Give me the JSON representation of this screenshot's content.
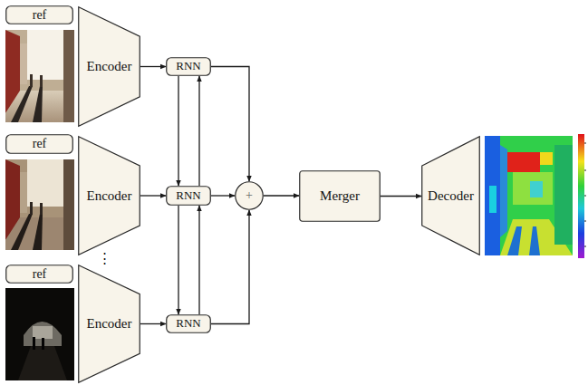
{
  "diagram": {
    "nodes": [
      {
        "text": [
          "ref"
        ]
      },
      {
        "text": [
          "ref"
        ]
      },
      {
        "text": [
          "ref"
        ]
      },
      {
        "text": [
          "Encoder"
        ]
      },
      {
        "text": [
          "Encoder"
        ]
      },
      {
        "text": [
          "Encoder"
        ]
      },
      {
        "text": [
          "RNN"
        ]
      },
      {
        "text": [
          "RNN"
        ]
      },
      {
        "text": [
          "RNN"
        ]
      },
      {
        "text": [
          "+"
        ]
      },
      {
        "text": [
          "Merger"
        ]
      },
      {
        "text": [
          "Decoder"
        ]
      }
    ],
    "edges": [
      {
        "from": 3,
        "to": 6,
        "arrow": "to"
      },
      {
        "from": 4,
        "to": 7,
        "arrow": "to"
      },
      {
        "from": 5,
        "to": 8,
        "arrow": "to"
      },
      {
        "from": 6,
        "to": 7,
        "arrow": "to"
      },
      {
        "from": 7,
        "to": 6,
        "arrow": "to"
      },
      {
        "from": 7,
        "to": 8,
        "arrow": "to"
      },
      {
        "from": 8,
        "to": 7,
        "arrow": "to"
      },
      {
        "from": 6,
        "to": 9,
        "arrow": "to"
      },
      {
        "from": 7,
        "to": 9,
        "arrow": "to"
      },
      {
        "from": 8,
        "to": 9,
        "arrow": "to"
      },
      {
        "from": 9,
        "to": 10,
        "arrow": "to"
      },
      {
        "from": 10,
        "to": 11,
        "arrow": "to"
      }
    ],
    "labels": [
      "⋮"
    ]
  }
}
